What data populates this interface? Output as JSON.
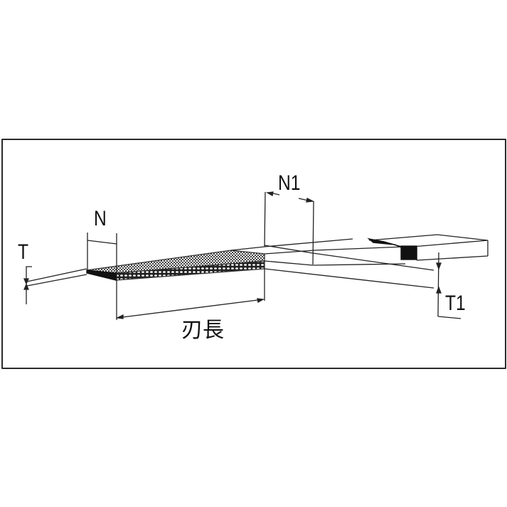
{
  "diagram": {
    "type": "technical-drawing",
    "subject": "file / rasp blade dimension diagram",
    "labels": {
      "thickness_tip": "T",
      "width_tip": "N",
      "width_base": "N1",
      "thickness_base": "T1",
      "blade_length": "刃長"
    },
    "colors": {
      "line": "#222222",
      "frame": "#2a2a2a",
      "fill_dark": "#111111",
      "background": "#ffffff"
    }
  }
}
